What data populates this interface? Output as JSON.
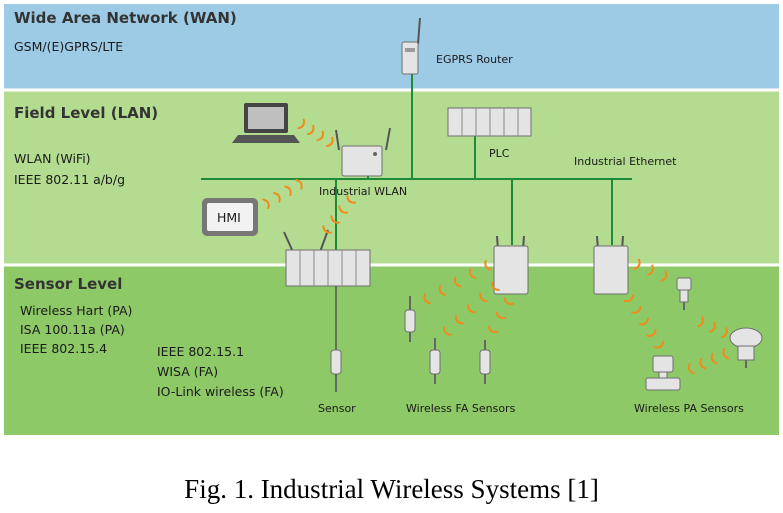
{
  "colors": {
    "wan_band": "#9dcbe6",
    "lan_band": "#b4dc90",
    "sensor_band": "#8ec967",
    "ethernet_line": "#1f8a3a",
    "wave": "#f08c1e",
    "device_fill": "#e4e4e4",
    "device_stroke": "#6e6e6e"
  },
  "wan": {
    "title": "Wide Area Network (WAN)",
    "line1": "GSM/(E)GPRS/LTE"
  },
  "lan": {
    "title": "Field Level (LAN)",
    "line1": "WLAN (WiFi)",
    "line2": "IEEE 802.11 a/b/g"
  },
  "sensor": {
    "title": "Sensor Level",
    "left_lines": [
      "Wireless Hart (PA)",
      "ISA 100.11a (PA)",
      "IEEE 802.15.4"
    ],
    "mid_lines": [
      "IEEE 802.15.1",
      "WISA (FA)",
      "IO-Link wireless (FA)"
    ]
  },
  "labels": {
    "router": "EGPRS Router",
    "plc": "PLC",
    "industrial_ethernet": "Industrial Ethernet",
    "industrial_wlan": "Industrial WLAN",
    "hmi": "HMI",
    "sensor": "Sensor",
    "fa_sensors": "Wireless FA Sensors",
    "pa_sensors": "Wireless PA Sensors"
  },
  "caption": "Fig. 1. Industrial Wireless Systems [1]"
}
